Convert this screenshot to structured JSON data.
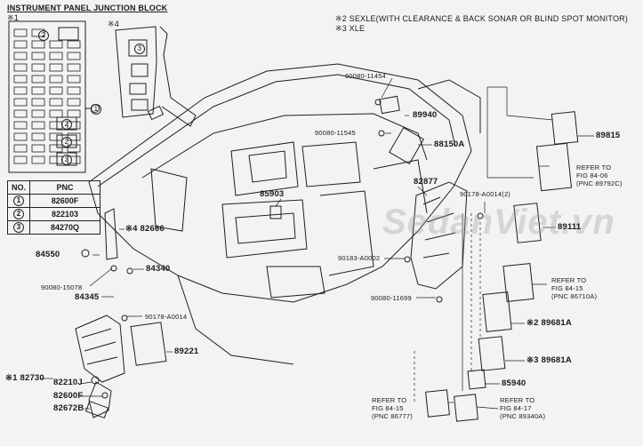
{
  "header": {
    "title": "INSTRUMENT PANEL JUNCTION BLOCK",
    "note1_mark": "※1",
    "note4_mark": "※4",
    "legend2": "※2 SEXLE(WITH CLEARANCE & BACK SONAR OR BLIND SPOT MONITOR)",
    "legend3": "※3 XLE"
  },
  "fuse_table": {
    "headers": [
      "NO.",
      "PNC"
    ],
    "rows": [
      {
        "no": "1",
        "pnc": "82600F"
      },
      {
        "no": "2",
        "pnc": "822103"
      },
      {
        "no": "3",
        "pnc": "84270Q"
      }
    ]
  },
  "callouts": {
    "p90080_11454": "90080-11454",
    "p89940": "89940",
    "p90080_11545": "90080-11545",
    "p88150A": "88150A",
    "p89815": "89815",
    "ref_84_06": "REFER TO",
    "ref_84_06b": "FIG 84-06",
    "ref_84_06c": "(PNC 89792C)",
    "p82877": "82877",
    "p90178_A0014_2": "90178-A0014(2)",
    "p85903": "85903",
    "p89111": "89111",
    "p82666": "※4 82666",
    "p84550": "84550",
    "p84340": "84340",
    "p90183": "90183-A0002",
    "ref_84_15": "REFER TO",
    "ref_84_15b": "FIG 84-15",
    "ref_84_15c": "(PNC 86710A)",
    "p90080_15078": "90080-15078",
    "p84345": "84345",
    "p90080_11699": "90080-11699",
    "p90178_A0014": "90178-A0014",
    "p89681A_2": "※2 89681A",
    "p89221": "89221",
    "p89681A_3": "※3 89681A",
    "p82730": "※1 82730",
    "p82210J": "82210J",
    "p85940": "85940",
    "p82600F": "82600F",
    "p82672B": "82672B",
    "ref_a": "REFER TO",
    "ref_ab": "FIG 84-15",
    "ref_ac": "(PNC 86777)",
    "ref_b": "REFER TO",
    "ref_bb": "FIG 84-17",
    "ref_bc": "(PNC 89340A)"
  },
  "watermark": "SedanViet.vn",
  "colors": {
    "line": "#1f1f1f",
    "bg": "#f3f3f1"
  }
}
